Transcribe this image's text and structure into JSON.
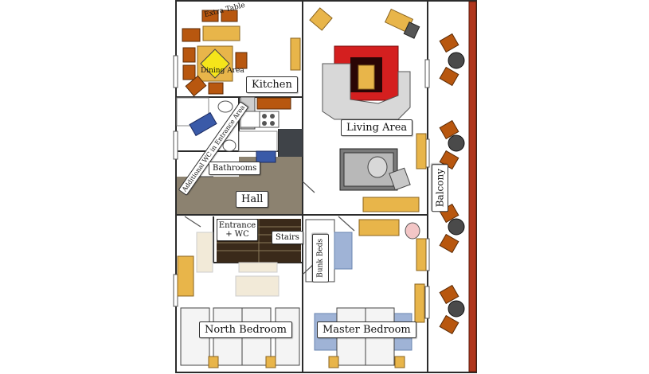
{
  "plan": {
    "labels": {
      "extra_table": "Extra Table",
      "dining_area": "Dining Area",
      "kitchen": "Kitchen",
      "living_area": "Living Area",
      "additional_wc": "Additional WC in Entrance Area",
      "bathrooms": "Bathrooms",
      "hall": "Hall",
      "entrance_line1": "Entrance",
      "entrance_line2": "+ WC",
      "stairs": "Stairs",
      "bunk_beds": "Bunk Beds",
      "balcony": "Balcony",
      "north_bedroom": "North Bedroom",
      "master_bedroom": "Master Bedroom"
    },
    "colors": {
      "wall": "#2b2b2b",
      "wood": "#e8b54a",
      "chair": "#b8570f",
      "hall_floor": "#8c8270",
      "rug_red": "#d41f1f",
      "rug_blue": "#9fb3d6",
      "balcony_rail": "#b0361d",
      "stairs": "#3a2a1a",
      "sofa": "#d8d8d8"
    }
  }
}
